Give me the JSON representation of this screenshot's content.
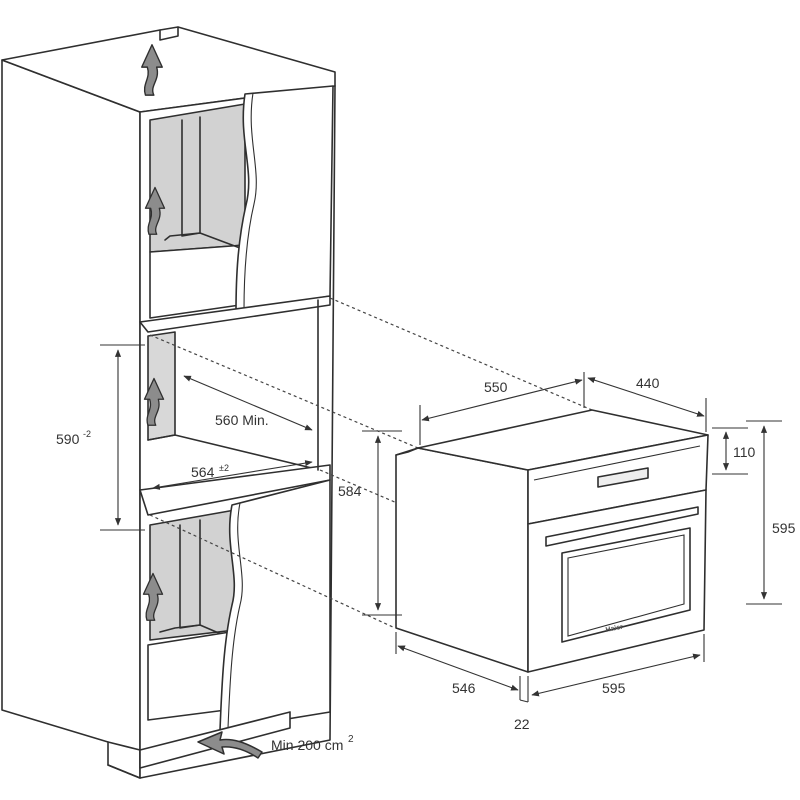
{
  "dimensions": {
    "cavity_height": "590",
    "cavity_height_tolerance": "-2",
    "cavity_depth_min": "560 Min.",
    "cavity_width": "564",
    "cavity_width_tolerance": "±2",
    "oven_body_height": "584",
    "oven_depth": "550",
    "oven_depth_upper": "440",
    "control_panel_height": "110",
    "oven_height": "595",
    "oven_width": "595",
    "oven_body_depth": "546",
    "front_offset": "22"
  },
  "ventilation": {
    "label": "Min 200 cm",
    "superscript": "2"
  },
  "brand_mark": "Haier",
  "colors": {
    "line": "#2f2f2f",
    "shade": "#c8c8c8",
    "arrow_fill": "#8c8c8c"
  }
}
